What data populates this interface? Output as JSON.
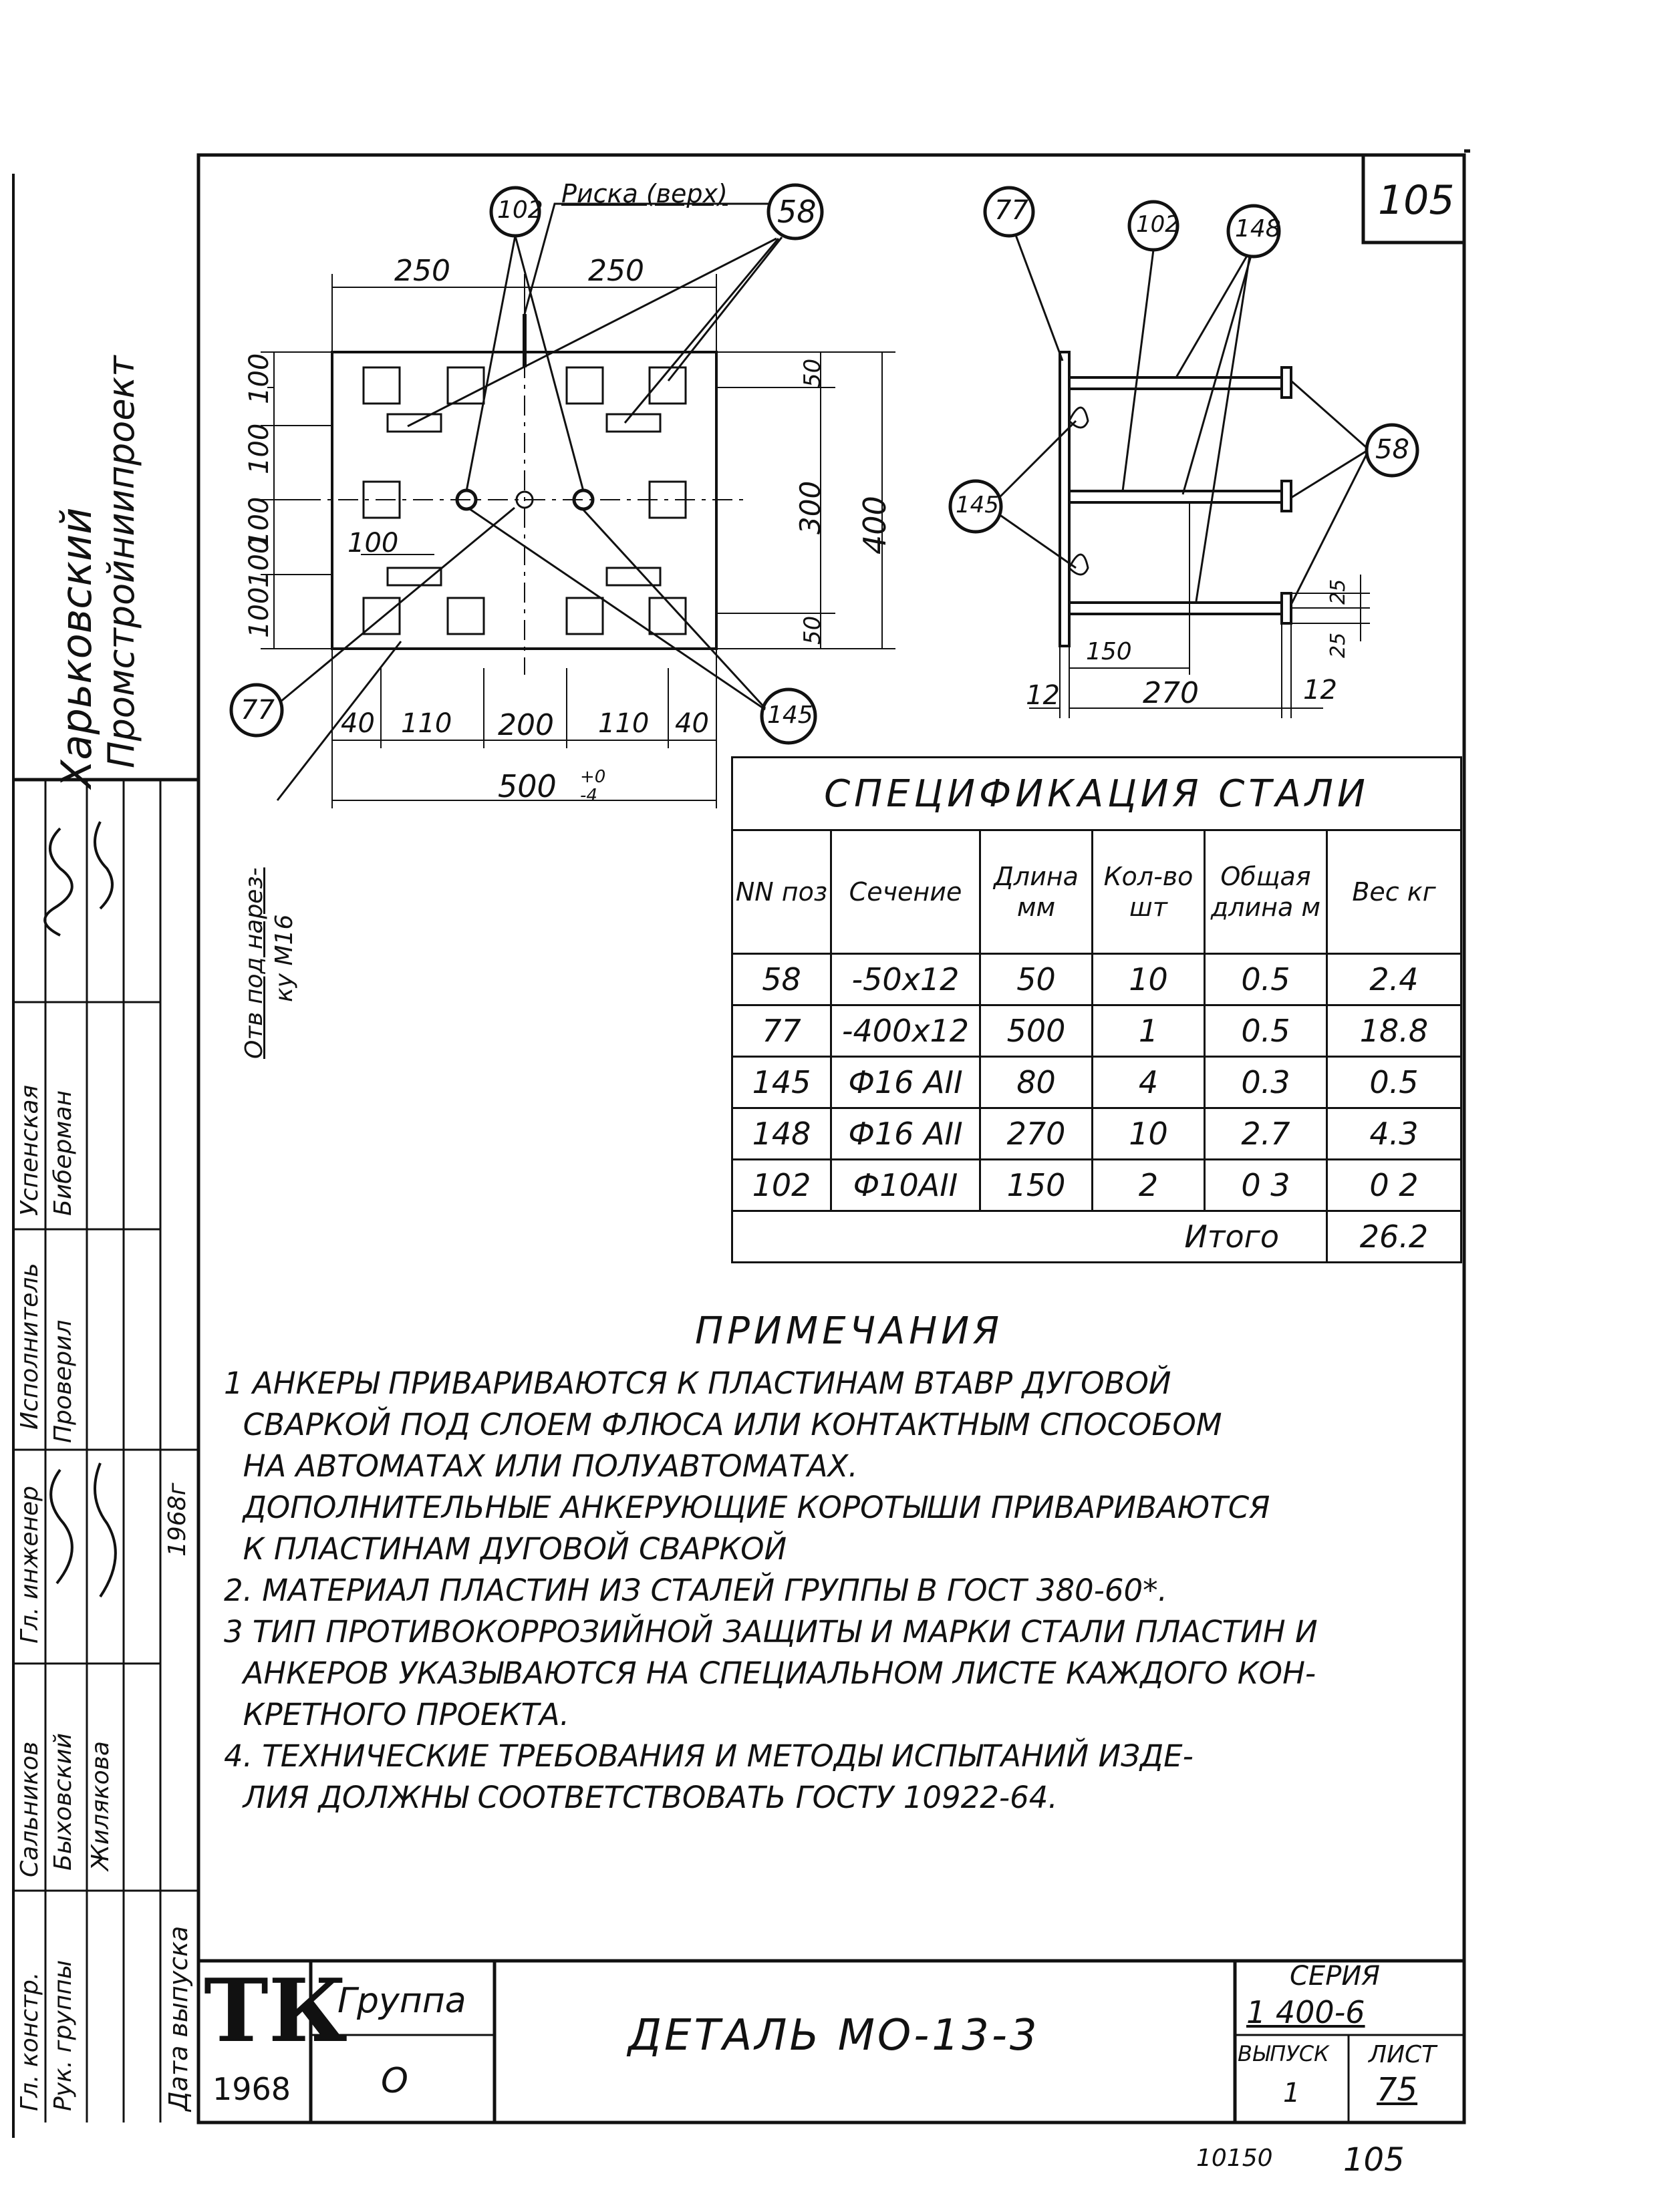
{
  "sheet": {
    "corner_number": "105",
    "bottom_code": "10150",
    "bottom_page": "105"
  },
  "plan": {
    "callout_top_left": "102",
    "callout_top_right": "58",
    "callout_bottom_left": "77",
    "callout_bottom_right": "145",
    "risk_label": "Риска (верх)",
    "dim_top": [
      "250",
      "250"
    ],
    "dim_left": [
      "100",
      "100",
      "100",
      "100",
      "100"
    ],
    "dim_inner": "100",
    "dim_right_inner": [
      "50",
      "300",
      "50"
    ],
    "dim_right_outer": "400",
    "dim_bottom": [
      "40",
      "110",
      "200",
      "110",
      "40"
    ],
    "dim_overall": "500",
    "tolerance_top": "+0",
    "tolerance_bottom": "-4",
    "hole_note_line1": "Отв под нарез-",
    "hole_note_line2": "ку М16"
  },
  "side_view": {
    "callouts": [
      "77",
      "102",
      "148",
      "58",
      "145"
    ],
    "dim_150": "150",
    "dim_270": "270",
    "dim_12_left": "12",
    "dim_12_right": "12",
    "dim_25_a": "25",
    "dim_25_b": "25"
  },
  "spec_table": {
    "title": "Спецификация стали",
    "headers": [
      "NN поз",
      "Сечение",
      "Длина мм",
      "Кол-во шт",
      "Общая длина м",
      "Вес кг"
    ],
    "rows": [
      [
        "58",
        "-50х12",
        "50",
        "10",
        "0.5",
        "2.4"
      ],
      [
        "77",
        "-400х12",
        "500",
        "1",
        "0.5",
        "18.8"
      ],
      [
        "145",
        "Ф16 АII",
        "80",
        "4",
        "0.3",
        "0.5"
      ],
      [
        "148",
        "Ф16 АII",
        "270",
        "10",
        "2.7",
        "4.3"
      ],
      [
        "102",
        "Ф10АII",
        "150",
        "2",
        "0 3",
        "0 2"
      ]
    ],
    "total_label": "Итого",
    "total_value": "26.2"
  },
  "notes": {
    "title": "Примечания",
    "lines": [
      "1 Анкеры приваривают­ся к пластинам втавр дуговой",
      "  сваркой под слоем флюса или контактным способом",
      "  на автоматах или полуавтоматах.",
      "  Дополнительные анкерующие коротыши привариваются",
      "  к пластинам дуговой сваркой",
      "2. Материал пластин из сталей группы В ГОСТ 380-60*.",
      "3 Тип противокоррозийной защиты и марки стали пластин и",
      "  анкеров указываются на специальном листе каждого кон-",
      "  кретного проекта.",
      "4. Технические требования и методы испытаний изде-",
      "  лия должны соответствовать ГОСТу 10922-64."
    ]
  },
  "title_block": {
    "logo": "ТК",
    "logo_year": "1968",
    "group_label": "Группа",
    "group_value": "О",
    "detail_name": "Деталь МО-13-3",
    "series_label": "Серия",
    "series_value": "1 400-6",
    "issue_label": "Выпуск",
    "issue_value": "1",
    "sheet_label": "Лист",
    "sheet_value": "75"
  },
  "side_stamp": {
    "org_line1": "Харьковский",
    "org_line2": "Промстройниипроект",
    "roles": [
      "Исполнитель",
      "Проверил",
      "Гл. инженер",
      "Гл. констр.",
      "Рук. группы"
    ],
    "names": [
      "Успенская",
      "Биберман",
      "Сальников",
      "Быховский",
      "Жилякова"
    ],
    "release_label": "Дата выпуска",
    "release_year": "1968г"
  }
}
